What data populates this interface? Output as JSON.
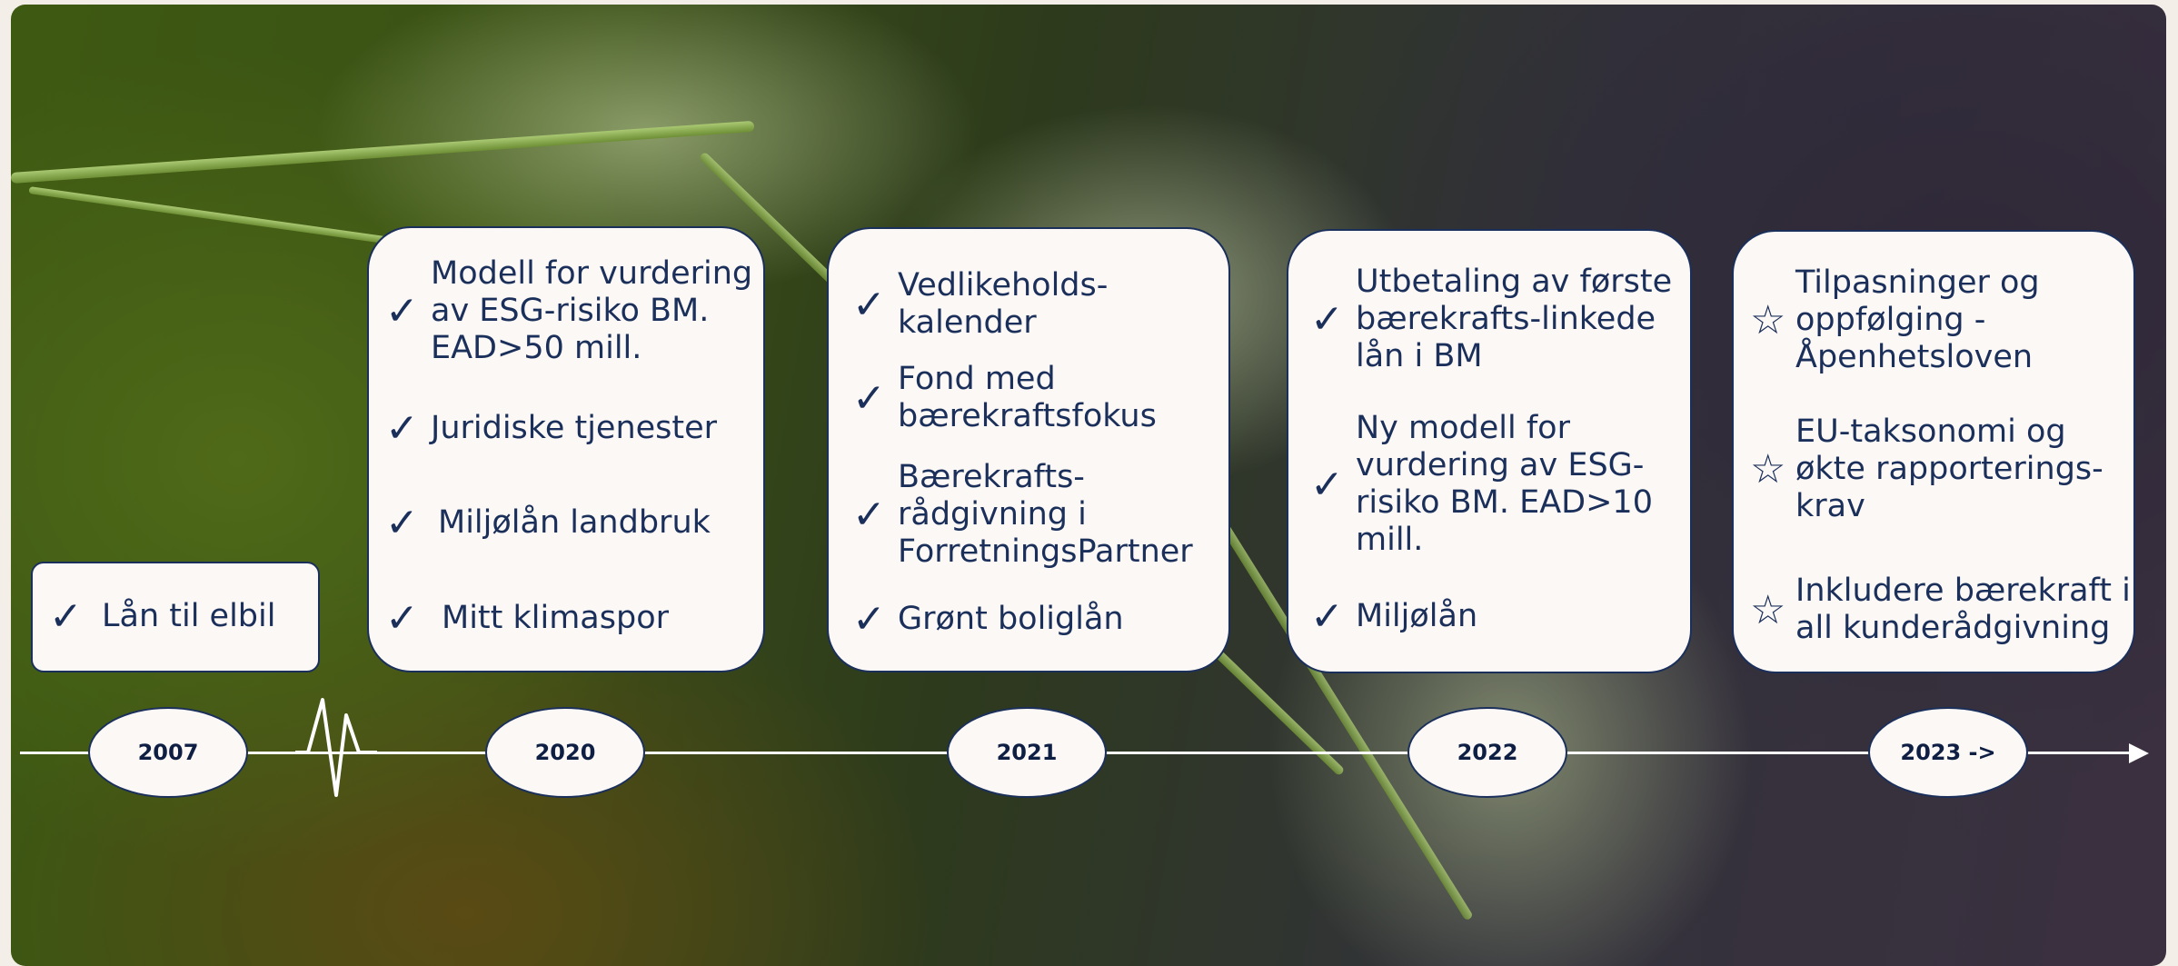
{
  "timeline": {
    "years": [
      "2007",
      "2020",
      "2021",
      "2022",
      "2023 ->"
    ]
  },
  "boxes": {
    "b2007": {
      "items": [
        "Lån til elbil"
      ]
    },
    "b2020": {
      "items": [
        "Modell for vurdering\nav ESG-risiko BM.\nEAD>50 mill.",
        "Juridiske tjenester",
        "Miljølån landbruk",
        "Mitt klimaspor"
      ]
    },
    "b2021": {
      "items": [
        "Vedlikeholds-\nkalender",
        "Fond med\nbærekraftsfokus",
        "Bærekrafts-\nrådgivning i\nForretningsPartner",
        "Grønt boliglån"
      ]
    },
    "b2022": {
      "items": [
        "Utbetaling av første\nbærekrafts-linkede\nlån i BM",
        "Ny modell for\nvurdering av ESG-\nrisiko BM. EAD>10\nmill.",
        "Miljølån"
      ]
    },
    "b2023": {
      "items": [
        "Tilpasninger og\noppfølging -\nÅpenhetsloven",
        "EU-taksonomi og\nøkte rapporterings-\nkrav",
        "Inkludere bærekraft i\nall kunderådgivning"
      ]
    }
  },
  "icons": {
    "done": "checkmark-icon",
    "planned": "star-outline-icon"
  },
  "colors": {
    "navy": "#1b2f5b",
    "box_bg": "#fcf8f5",
    "line": "#ffffff"
  }
}
